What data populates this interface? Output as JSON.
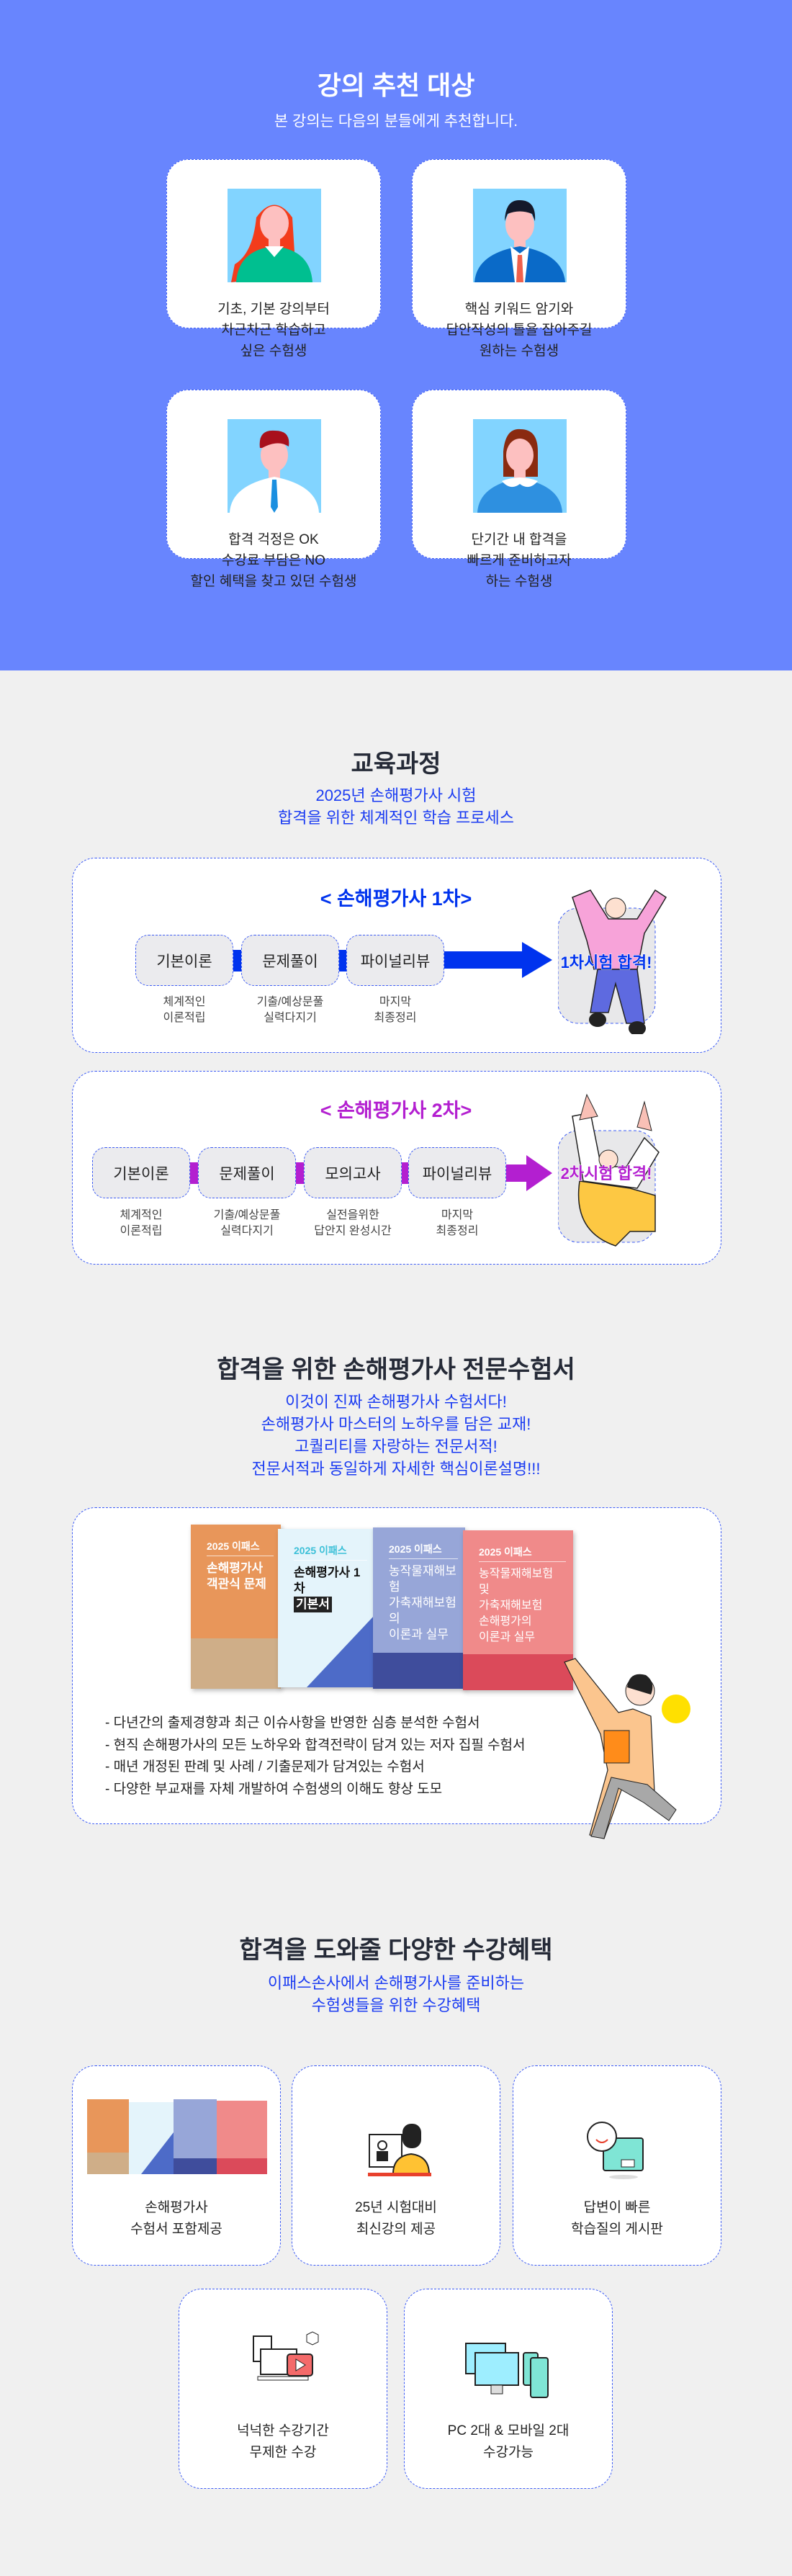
{
  "recommend": {
    "title": "강의 추천 대상",
    "subtitle": "본 강의는 다음의 분들에게 추천합니다.",
    "cards": [
      {
        "avatar": "woman-red-hair-avatar",
        "lines": [
          "기초, 기본 강의부터",
          "차근차근 학습하고",
          "싶은 수험생"
        ]
      },
      {
        "avatar": "man-suit-avatar",
        "lines": [
          "핵심 키워드 암기와",
          "답안작성의 틀을 잡아주길",
          "원하는 수험생"
        ]
      },
      {
        "avatar": "man-shirt-tie-avatar",
        "lines": [
          "합격 걱정은 OK",
          "수강료 부담은 NO",
          "할인 혜택을 찾고 있던 수험생"
        ]
      },
      {
        "avatar": "woman-blue-dress-avatar",
        "lines": [
          "단기간 내 합격을",
          "빠르게 준비하고자",
          "하는 수험생"
        ]
      }
    ]
  },
  "curriculum": {
    "title": "교육과정",
    "subtitle": [
      "2025년 손해평가사 시험",
      "합격을 위한 체계적인 학습 프로세스"
    ],
    "tracks": [
      {
        "heading": "< 손해평가사 1차>",
        "color": "#0033ee",
        "badge": "1차시험 합격!",
        "steps": [
          {
            "label": "기본이론",
            "desc": [
              "체계적인",
              "이론적립"
            ]
          },
          {
            "label": "문제풀이",
            "desc": [
              "기출/예상문풀",
              "실력다지기"
            ]
          },
          {
            "label": "파이널리뷰",
            "desc": [
              "마지막",
              "최종정리"
            ]
          }
        ]
      },
      {
        "heading": "< 손해평가사 2차>",
        "color": "#b31fd0",
        "badge": "2차시험 합격!",
        "steps": [
          {
            "label": "기본이론",
            "desc": [
              "체계적인",
              "이론적립"
            ]
          },
          {
            "label": "문제풀이",
            "desc": [
              "기출/예상문풀",
              "실력다지기"
            ]
          },
          {
            "label": "모의고사",
            "desc": [
              "실전을위한",
              "답안지 완성시간"
            ]
          },
          {
            "label": "파이널리뷰",
            "desc": [
              "마지막",
              "최종정리"
            ]
          }
        ]
      }
    ]
  },
  "books": {
    "title": "합격을 위한 손해평가사 전문수험서",
    "lines": [
      "이것이 진짜 손해평가사 수험서다!",
      "손해평가사 마스터의 노하우를 담은 교재!",
      "고퀄리티를 자랑하는 전문서적!",
      "전문서적과 동일하게 자세한 핵심이론설명!!!"
    ],
    "covers": [
      {
        "brand": "2025 이패스",
        "title": [
          "손해평가사",
          "객관식 문제"
        ],
        "color": "#e8965a",
        "band": "#cfae88"
      },
      {
        "brand": "2025 이패스",
        "title": [
          "손해평가사 1차",
          "기본서"
        ],
        "color": "#e4f4fb",
        "band": "#4d6bc8"
      },
      {
        "brand": "2025 이패스",
        "title": [
          "농작물재해보험",
          "가축재해보험의",
          "이론과 실무"
        ],
        "color": "#97a6d8",
        "band": "#3f4d9c"
      },
      {
        "brand": "2025 이패스",
        "title": [
          "농작물재해보험 및",
          "가축재해보험",
          "손해평가의",
          "이론과 실무"
        ],
        "color": "#f08a8a",
        "band": "#db4a5a"
      }
    ],
    "bullets": [
      "- 다년간의 출제경향과 최근 이슈사항을 반영한 심층 분석한 수험서",
      "- 현직 손해평가사의 모든 노하우와 합격전략이 담겨 있는 저자 집필 수험서",
      "- 매년 개정된 판례 및 사례 / 기출문제가 담겨있는 수험서",
      "- 다양한 부교재를 자체 개발하여 수험생의 이해도 향상 도모"
    ]
  },
  "benefits": {
    "title": "합격을 도와줄 다양한 수강혜택",
    "subtitle": [
      "이패스손사에서 손해평가사를 준비하는",
      "수험생들을 위한 수강혜택"
    ],
    "cards": [
      {
        "icon": "books-icon",
        "lines": [
          "손해평가사",
          "수험서 포함제공"
        ]
      },
      {
        "icon": "online-lecture-icon",
        "lines": [
          "25년 시험대비",
          "최신강의 제공"
        ]
      },
      {
        "icon": "qna-board-icon",
        "lines": [
          "답변이 빠른",
          "학습질의 게시판"
        ]
      },
      {
        "icon": "video-course-icon",
        "lines": [
          "넉넉한 수강기간",
          "무제한 수강"
        ]
      },
      {
        "icon": "pc-mobile-devices-icon",
        "lines": [
          "PC 2대 & 모바일 2대",
          "수강가능"
        ]
      }
    ]
  },
  "colors": {
    "hero_bg": "#6885fe",
    "accent_blue": "#1b3cf2",
    "accent_purple": "#b31fd0",
    "page_bg": "#f0f0f0",
    "title_dark": "#252a37"
  }
}
